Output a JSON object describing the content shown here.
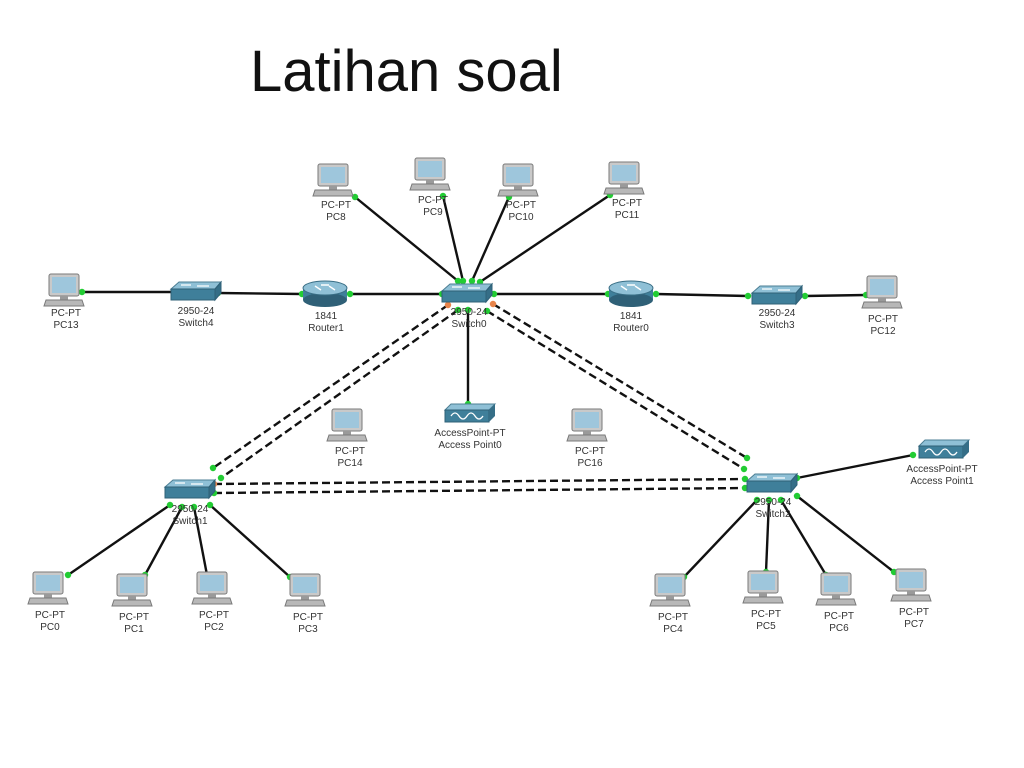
{
  "title": "Latihan soal",
  "colors": {
    "cable": "#111111",
    "port_up": "#22cc33",
    "port_pending": "#e8844a",
    "device_blue": "#3f7f9a",
    "device_light": "#8fc0d6",
    "pc_gray": "#c9c9c9",
    "pc_screen": "#9ec6dc"
  },
  "nodes": [
    {
      "id": "pc8",
      "type": "pc-icon",
      "model": "PC-PT",
      "name": "PC8"
    },
    {
      "id": "pc9",
      "type": "pc-icon",
      "model": "PC-PT",
      "name": "PC9"
    },
    {
      "id": "pc10",
      "type": "pc-icon",
      "model": "PC-PT",
      "name": "PC10"
    },
    {
      "id": "pc11",
      "type": "pc-icon",
      "model": "PC-PT",
      "name": "PC11"
    },
    {
      "id": "pc13",
      "type": "pc-icon",
      "model": "PC-PT",
      "name": "PC13"
    },
    {
      "id": "sw4",
      "type": "switch-icon",
      "model": "2950-24",
      "name": "Switch4"
    },
    {
      "id": "r1",
      "type": "router-icon",
      "model": "1841",
      "name": "Router1"
    },
    {
      "id": "sw0",
      "type": "switch-icon",
      "model": "2950-24",
      "name": "Switch0"
    },
    {
      "id": "r0",
      "type": "router-icon",
      "model": "1841",
      "name": "Router0"
    },
    {
      "id": "sw3",
      "type": "switch-icon",
      "model": "2950-24",
      "name": "Switch3"
    },
    {
      "id": "pc12",
      "type": "pc-icon",
      "model": "PC-PT",
      "name": "PC12"
    },
    {
      "id": "pc14",
      "type": "pc-icon",
      "model": "PC-PT",
      "name": "PC14"
    },
    {
      "id": "ap0",
      "type": "access-point-icon",
      "model": "AccessPoint-PT",
      "name": "Access Point0"
    },
    {
      "id": "pc16",
      "type": "pc-icon",
      "model": "PC-PT",
      "name": "PC16"
    },
    {
      "id": "ap1",
      "type": "access-point-icon",
      "model": "AccessPoint-PT",
      "name": "Access Point1"
    },
    {
      "id": "sw1",
      "type": "switch-icon",
      "model": "2950-24",
      "name": "Switch1"
    },
    {
      "id": "sw2",
      "type": "switch-icon",
      "model": "2950-24",
      "name": "Switch2"
    },
    {
      "id": "pc0",
      "type": "pc-icon",
      "model": "PC-PT",
      "name": "PC0"
    },
    {
      "id": "pc1",
      "type": "pc-icon",
      "model": "PC-PT",
      "name": "PC1"
    },
    {
      "id": "pc2",
      "type": "pc-icon",
      "model": "PC-PT",
      "name": "PC2"
    },
    {
      "id": "pc3",
      "type": "pc-icon",
      "model": "PC-PT",
      "name": "PC3"
    },
    {
      "id": "pc4",
      "type": "pc-icon",
      "model": "PC-PT",
      "name": "PC4"
    },
    {
      "id": "pc5",
      "type": "pc-icon",
      "model": "PC-PT",
      "name": "PC5"
    },
    {
      "id": "pc6",
      "type": "pc-icon",
      "model": "PC-PT",
      "name": "PC6"
    },
    {
      "id": "pc7",
      "type": "pc-icon",
      "model": "PC-PT",
      "name": "PC7"
    }
  ],
  "links": [
    {
      "from": "pc8",
      "to": "sw0",
      "style": "straight"
    },
    {
      "from": "pc9",
      "to": "sw0",
      "style": "straight"
    },
    {
      "from": "pc10",
      "to": "sw0",
      "style": "straight"
    },
    {
      "from": "pc11",
      "to": "sw0",
      "style": "straight"
    },
    {
      "from": "pc13",
      "to": "sw4",
      "style": "straight"
    },
    {
      "from": "sw4",
      "to": "r1",
      "style": "straight"
    },
    {
      "from": "r1",
      "to": "sw0",
      "style": "straight"
    },
    {
      "from": "sw0",
      "to": "r0",
      "style": "straight"
    },
    {
      "from": "r0",
      "to": "sw3",
      "style": "straight"
    },
    {
      "from": "sw3",
      "to": "pc12",
      "style": "straight"
    },
    {
      "from": "sw0",
      "to": "ap0",
      "style": "straight"
    },
    {
      "from": "sw0",
      "to": "sw1",
      "style": "crossover"
    },
    {
      "from": "sw0",
      "to": "sw1",
      "style": "crossover"
    },
    {
      "from": "sw0",
      "to": "sw2",
      "style": "crossover"
    },
    {
      "from": "sw0",
      "to": "sw2",
      "style": "crossover"
    },
    {
      "from": "sw1",
      "to": "sw2",
      "style": "crossover"
    },
    {
      "from": "sw1",
      "to": "sw2",
      "style": "crossover"
    },
    {
      "from": "sw2",
      "to": "ap1",
      "style": "straight"
    },
    {
      "from": "sw1",
      "to": "pc0",
      "style": "straight"
    },
    {
      "from": "sw1",
      "to": "pc1",
      "style": "straight"
    },
    {
      "from": "sw1",
      "to": "pc2",
      "style": "straight"
    },
    {
      "from": "sw1",
      "to": "pc3",
      "style": "straight"
    },
    {
      "from": "sw2",
      "to": "pc4",
      "style": "straight"
    },
    {
      "from": "sw2",
      "to": "pc5",
      "style": "straight"
    },
    {
      "from": "sw2",
      "to": "pc6",
      "style": "straight"
    },
    {
      "from": "sw2",
      "to": "pc7",
      "style": "straight"
    }
  ]
}
